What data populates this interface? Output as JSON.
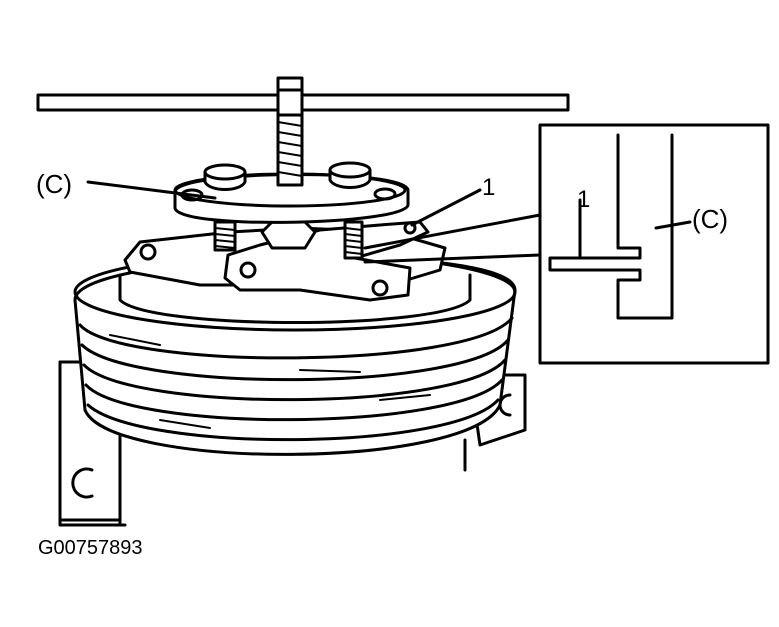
{
  "labels": {
    "puller_plate": "(C)",
    "part_one": "1",
    "inset_part_one": "1",
    "inset_puller_plate": "(C)"
  },
  "figure_id": "G00757893"
}
